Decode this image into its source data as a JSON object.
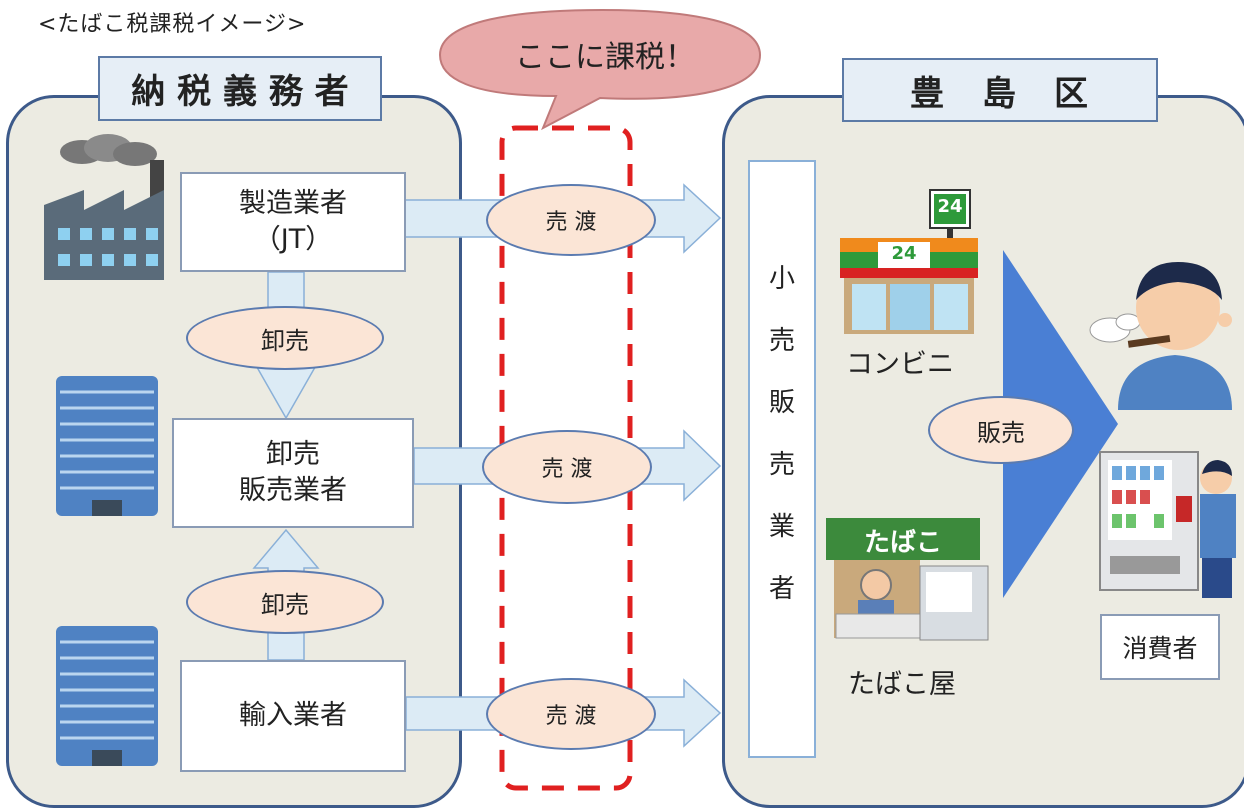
{
  "caption": "<たばこ税課税イメージ>",
  "bubble": "ここに課税！",
  "left_panel": {
    "title": "納 税 義 務 者",
    "manufacturer": [
      "製造業者",
      "（JT）"
    ],
    "wholesaler": [
      "卸売",
      "販売業者"
    ],
    "importer": "輸入業者",
    "wholesale_labels": [
      "卸売",
      "卸売"
    ]
  },
  "transfer_labels": [
    "売 渡",
    "売 渡",
    "売 渡"
  ],
  "right_panel": {
    "title": "豊　島　区",
    "retailer_chars": [
      "小",
      "売",
      "販",
      "売",
      "業",
      "者"
    ],
    "convenience": "コンビニ",
    "tobacco_shop": "たばこ屋",
    "sale": "販売",
    "consumer": "消費者",
    "store_sign": "24",
    "shop_sign": "たばこ"
  },
  "colors": {
    "panel_border": "#3d5a8a",
    "panel_bg": "#ecebe2",
    "arrow_fill": "#dcebf5",
    "ellipse_fill": "#fbe5d6",
    "dashed_red": "#e02020",
    "bubble_fill": "#e8a9a9",
    "triangle": "#4a7fd4"
  }
}
